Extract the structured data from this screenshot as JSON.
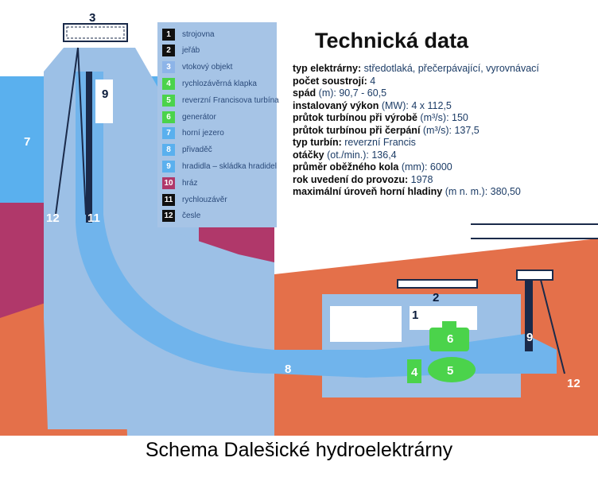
{
  "legend": [
    {
      "num": "1",
      "text": "strojovna",
      "color": "#101010"
    },
    {
      "num": "2",
      "text": "jeřáb",
      "color": "#101010"
    },
    {
      "num": "3",
      "text": "vtokový objekt",
      "color": "#8db4e8"
    },
    {
      "num": "4",
      "text": "rychlozávěrná klapka",
      "color": "#4bd34b"
    },
    {
      "num": "5",
      "text": "reverzní Francisova turbína",
      "color": "#4bd34b"
    },
    {
      "num": "6",
      "text": "generátor",
      "color": "#4bd34b"
    },
    {
      "num": "7",
      "text": "horní jezero",
      "color": "#5ab0ee"
    },
    {
      "num": "8",
      "text": "přivaděč",
      "color": "#5ab0ee"
    },
    {
      "num": "9",
      "text": "hradidla – skládka hradidel",
      "color": "#5ab0ee"
    },
    {
      "num": "10",
      "text": "hráz",
      "color": "#b0386a"
    },
    {
      "num": "11",
      "text": "rychlouzávěr",
      "color": "#101010"
    },
    {
      "num": "12",
      "text": "česle",
      "color": "#101010"
    }
  ],
  "tech": {
    "title": "Technická data",
    "rows": [
      {
        "k": "typ elektrárny:",
        "u": "",
        "v": " středotlaká, přečerpávající, vyrovnávací"
      },
      {
        "k": "počet soustrojí:",
        "u": "",
        "v": " 4"
      },
      {
        "k": "spád",
        "u": " (m)",
        "v": ": 90,7 - 60,5"
      },
      {
        "k": "instalovaný výkon",
        "u": " (MW)",
        "v": ": 4 x 112,5"
      },
      {
        "k": "průtok turbínou při výrobě",
        "u": " (m³/s)",
        "v": ": 150"
      },
      {
        "k": "průtok turbínou při čerpání",
        "u": " (m³/s)",
        "v": ": 137,5"
      },
      {
        "k": "typ turbín:",
        "u": "",
        "v": " reverzní Francis"
      },
      {
        "k": "otáčky",
        "u": " (ot./min.)",
        "v": ": 136,4"
      },
      {
        "k": "průměr oběžného kola",
        "u": " (mm)",
        "v": ": 6000"
      },
      {
        "k": "rok uvedení do provozu:",
        "u": "",
        "v": " 1978"
      },
      {
        "k": "maximální úroveň horní hladiny",
        "u": " (m n. m.)",
        "v": ": 380,50"
      }
    ]
  },
  "labels": {
    "l1": "1",
    "l2": "2",
    "l3": "3",
    "l4": "4",
    "l5": "5",
    "l6": "6",
    "l7": "7",
    "l8": "8",
    "l9a": "9",
    "l9b": "9",
    "l11": "11",
    "l12a": "12",
    "l12b": "12"
  },
  "caption": "Schema Dalešické hydroelektrárny",
  "colors": {
    "upper_lake": "#5ab0ee",
    "dam": "#b0386a",
    "ground": "#e4704a",
    "concrete": "#9cc0e6",
    "conduit": "#70b4ec",
    "generator_green": "#4bd34b",
    "legend_bg": "#a6c4e6"
  }
}
